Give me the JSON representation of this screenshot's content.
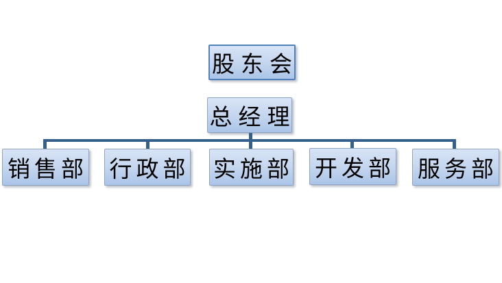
{
  "diagram": {
    "type": "org-chart",
    "root": {
      "label": "股东会"
    },
    "manager": {
      "label": "总经理"
    },
    "departments": [
      {
        "label": "销售部"
      },
      {
        "label": "行政部"
      },
      {
        "label": "实施部"
      },
      {
        "label": "开发部"
      },
      {
        "label": "服务部"
      }
    ],
    "edges": [
      {
        "from": "总经理",
        "to": "销售部"
      },
      {
        "from": "总经理",
        "to": "行政部"
      },
      {
        "from": "总经理",
        "to": "实施部"
      },
      {
        "from": "总经理",
        "to": "开发部"
      },
      {
        "from": "总经理",
        "to": "服务部"
      }
    ]
  },
  "colors": {
    "background": "#ffffff",
    "box_fill_top": "#d8e4f6",
    "box_fill_mid": "#c3d5ee",
    "box_fill_bottom": "#aac4e8",
    "root_border": "#4f81bd",
    "box_border": "#8ea3bf",
    "connector": "#36608c",
    "text": "#000000"
  }
}
